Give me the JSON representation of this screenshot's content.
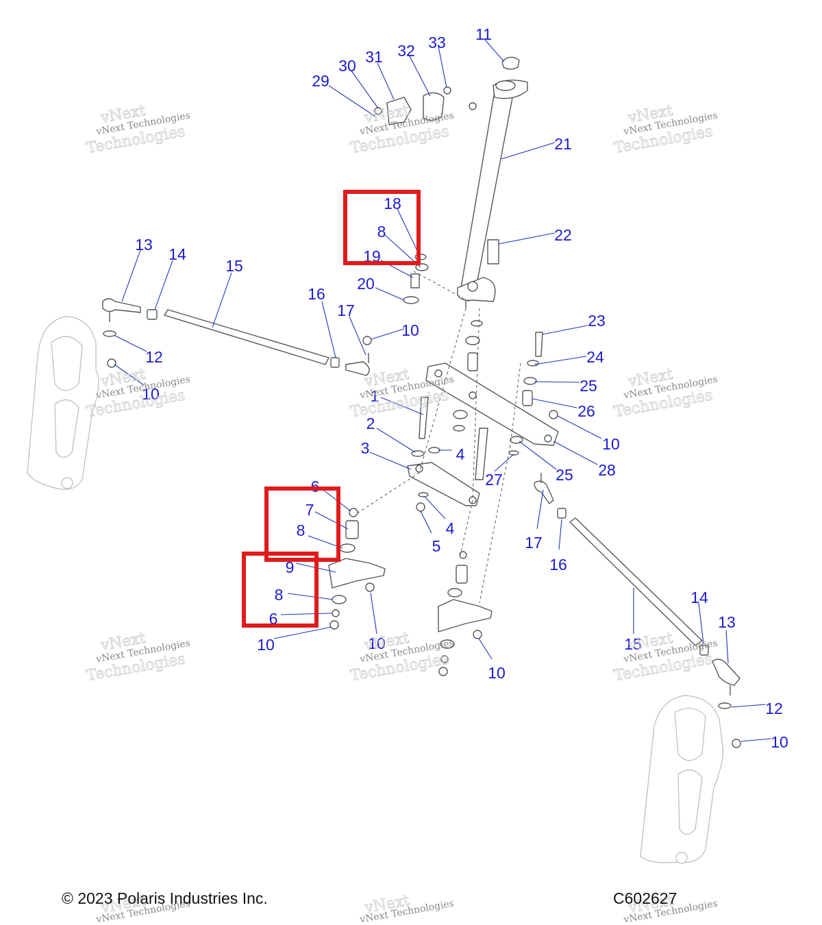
{
  "footer": {
    "copyright": "© 2023 Polaris Industries Inc.",
    "figure_code": "C602627"
  },
  "watermark": {
    "line1": "vNext Technologies",
    "big1": "vNext",
    "big2": "Technologies"
  },
  "callouts": [
    "11",
    "33",
    "32",
    "31",
    "30",
    "29",
    "21",
    "18",
    "8",
    "19",
    "22",
    "20",
    "13",
    "14",
    "15",
    "16",
    "17",
    "10",
    "12",
    "10",
    "1",
    "2",
    "3",
    "4",
    "23",
    "24",
    "25",
    "26",
    "10",
    "28",
    "25",
    "27",
    "6",
    "7",
    "8",
    "9",
    "8",
    "6",
    "10",
    "10",
    "4",
    "5",
    "17",
    "16",
    "10",
    "15",
    "14",
    "13",
    "12",
    "10"
  ],
  "colors": {
    "callout": "#1a1ad0",
    "highlight": "#e01b1b"
  }
}
